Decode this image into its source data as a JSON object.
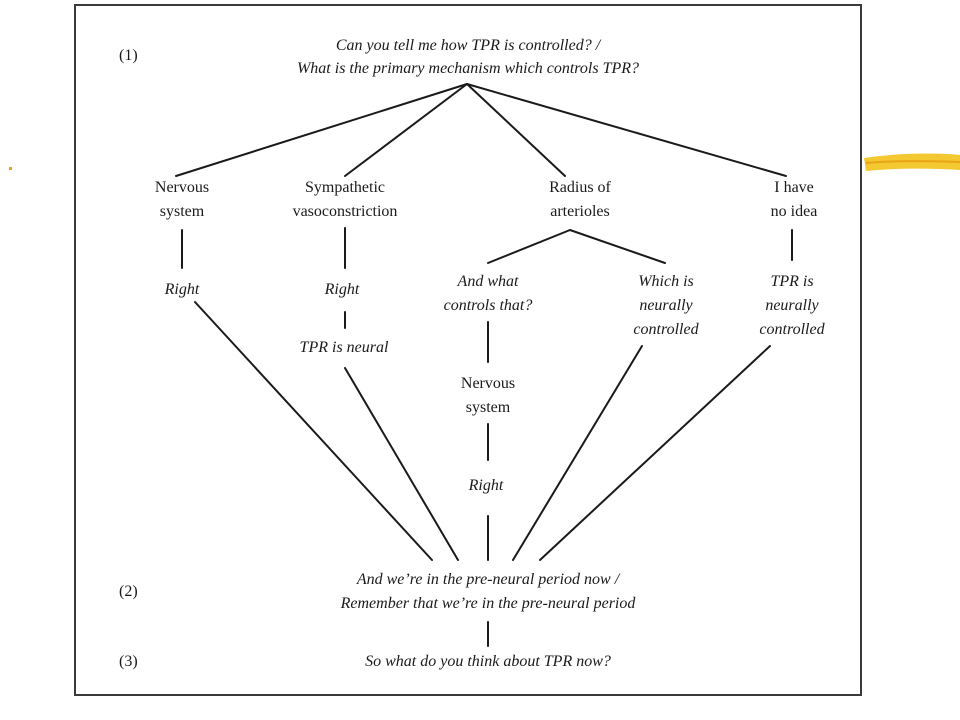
{
  "step_labels": {
    "s1": "(1)",
    "s2": "(2)",
    "s3": "(3)"
  },
  "top_question": {
    "line1": "Can you tell me how TPR is controlled? /",
    "line2": "What is the primary mechanism which controls TPR?"
  },
  "answers": {
    "nervous_system": {
      "line1": "Nervous",
      "line2": "system"
    },
    "sympathetic": {
      "line1": "Sympathetic",
      "line2": "vasoconstriction"
    },
    "radius": {
      "line1": "Radius of",
      "line2": "arterioles"
    },
    "no_idea": {
      "line1": "I have",
      "line2": "no idea"
    }
  },
  "responses": {
    "right_1": "Right",
    "right_2": "Right",
    "tpr_neural": "TPR is neural",
    "and_what": {
      "line1": "And what",
      "line2": "controls that?"
    },
    "which_is": {
      "line1": "Which is",
      "line2": "neurally",
      "line3": "controlled"
    },
    "tpr_is": {
      "line1": "TPR is",
      "line2": "neurally",
      "line3": "controlled"
    },
    "nervous_system_2": {
      "line1": "Nervous",
      "line2": "system"
    },
    "right_3": "Right"
  },
  "convergence": {
    "line1": "And we’re in the pre-neural period now /",
    "line2": "Remember that we’re in the pre-neural period"
  },
  "final_question": "So what do you think about TPR now?",
  "colors": {
    "line": "#1a1a1a",
    "highlighter": "#f2c21a",
    "frame": "#3a3a3a"
  }
}
